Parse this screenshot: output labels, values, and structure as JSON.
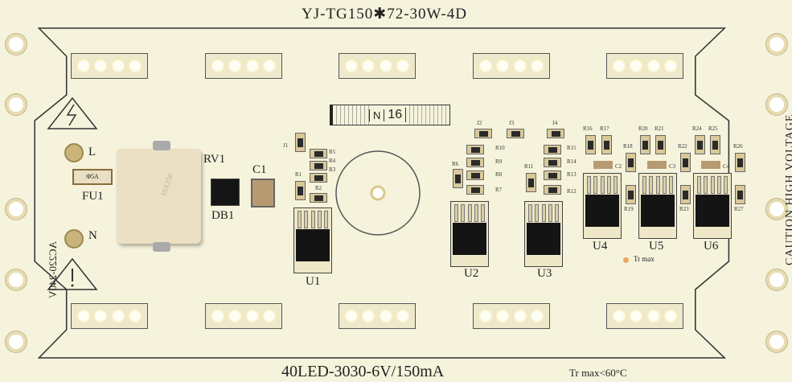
{
  "board": {
    "model": "YJ-TG150✱72-30W-4D",
    "spec": "40LED-3030-6V/150mA",
    "temp_limit": "Tr max<60°C",
    "warning": "CAUTION HIGH VOLTAGE",
    "input": "AC220-240V",
    "terminal_l": "L",
    "terminal_n": "N",
    "fuse_label": "FU1",
    "fuse_value": "Φ5A",
    "varistor_label": "RV1",
    "varistor_marking": "10A250",
    "bridge_label": "DB1",
    "cap_label": "C1",
    "barcode_code": "N",
    "barcode_num": "16",
    "tr_point": "Tr max",
    "ics": [
      "U1",
      "U2",
      "U3",
      "U4",
      "U5",
      "U6"
    ],
    "small_labels": {
      "J1": "J1",
      "J2": "J2",
      "J3": "J3",
      "J4": "J4",
      "R1": "R1",
      "R2": "R2",
      "R3": "R3",
      "R4": "R4",
      "R5": "R5",
      "R6": "R6",
      "R7": "R7",
      "R8": "R8",
      "R9": "R9",
      "R10": "R10",
      "R11": "R11",
      "R12": "R12",
      "R13": "R13",
      "R14": "R14",
      "R15": "R15",
      "R16": "R16",
      "R17": "R17",
      "R18": "R18",
      "R19": "R19",
      "R20": "R20",
      "R21": "R21",
      "R22": "R22",
      "R23": "R23",
      "R24": "R24",
      "R25": "R25",
      "R26": "R26",
      "R27": "R27",
      "C2": "C2",
      "C3": "C3",
      "C4": "C4"
    }
  }
}
